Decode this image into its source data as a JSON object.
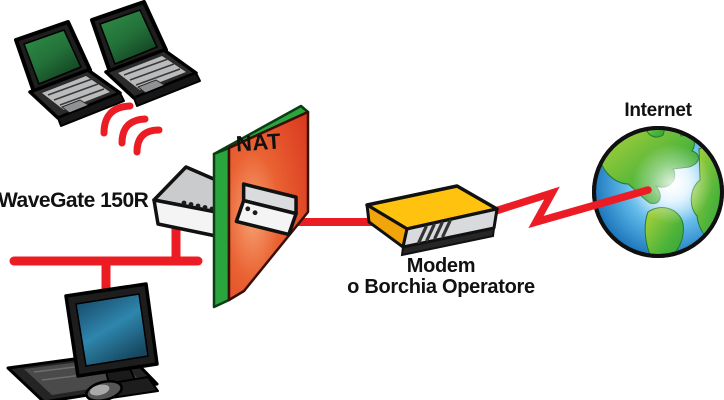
{
  "diagram": {
    "type": "network-topology",
    "labels": {
      "access_point": "WaveGate 150R",
      "firewall": "NAT",
      "modem_line1": "Modem",
      "modem_line2": "o Borchia Operatore",
      "internet": "Internet"
    },
    "nodes": [
      {
        "id": "wireless-laptops",
        "kind": "laptop-pair",
        "label": ""
      },
      {
        "id": "access-point",
        "kind": "wireless-router",
        "label": "WaveGate 150R"
      },
      {
        "id": "nat-firewall",
        "kind": "firewall-wall",
        "label": "NAT"
      },
      {
        "id": "modem",
        "kind": "modem",
        "label": "Modem o Borchia Operatore"
      },
      {
        "id": "internet",
        "kind": "globe",
        "label": "Internet"
      },
      {
        "id": "desktop-pc",
        "kind": "desktop-computer",
        "label": ""
      }
    ],
    "connections": [
      {
        "from": "wireless-laptops",
        "to": "access-point",
        "type": "wireless"
      },
      {
        "from": "access-point",
        "to": "lan-bus",
        "type": "wired"
      },
      {
        "from": "lan-bus",
        "to": "desktop-pc",
        "type": "wired"
      },
      {
        "from": "access-point",
        "to": "modem",
        "type": "wired",
        "through": "nat-firewall"
      },
      {
        "from": "modem",
        "to": "internet",
        "type": "wired-zigzag"
      }
    ],
    "colors": {
      "connection_red": "#ec1c24",
      "firewall_face_red": "#e8552e",
      "firewall_edge_green": "#2aa43c",
      "modem_yellow": "#ffc20e",
      "globe_ocean_blue": "#1b75bb",
      "globe_land_green": "#3baa35",
      "laptop_screen_green": "#2c7d3d",
      "desktop_screen_blue": "#2e86ad",
      "device_gray": "#c9cbcd",
      "background": "#ffffff"
    }
  }
}
